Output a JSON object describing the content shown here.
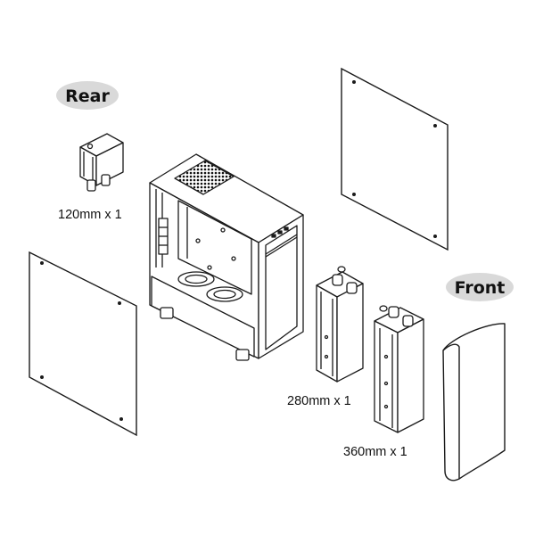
{
  "labels": {
    "rear": "Rear",
    "front": "Front",
    "rad_120": "120mm x 1",
    "rad_280": "280mm x 1",
    "rad_360": "360mm x 1"
  },
  "colors": {
    "line": "#1a1a1a",
    "pill": "#d9d9d9",
    "vent": "#111111",
    "background": "#ffffff"
  }
}
